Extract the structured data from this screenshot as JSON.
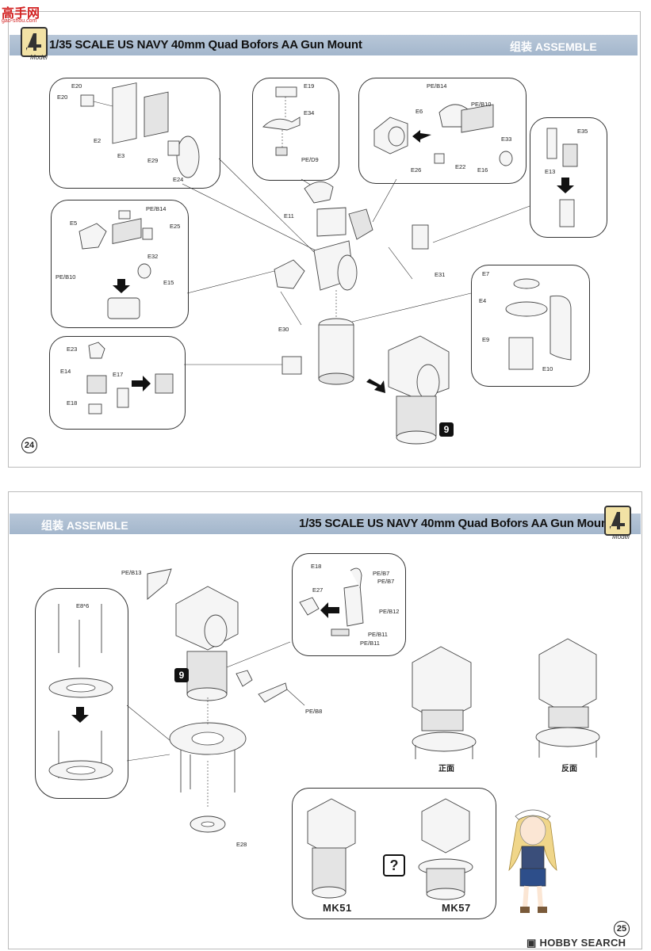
{
  "site": {
    "logo_text": "高手网",
    "url_text": "gao-shou.com"
  },
  "brand": {
    "logo_text": "Model"
  },
  "top_page": {
    "title": "1/35 SCALE US NAVY 40mm Quad Bofors AA Gun Mount",
    "section": "组装  ASSEMBLE",
    "page_number": "24",
    "step_badge": "9",
    "callouts": {
      "a": [
        "E20",
        "E20",
        "E2",
        "E3",
        "E29",
        "E24"
      ],
      "b": [
        "E19",
        "E34",
        "PE/D9"
      ],
      "c": [
        "PE/B14",
        "PE/B10",
        "E6",
        "E33",
        "E26",
        "E22",
        "E16"
      ],
      "d": [
        "E35",
        "E13"
      ],
      "e": [
        "PE/B14",
        "E5",
        "E25",
        "E32",
        "PE/B10",
        "E15"
      ],
      "f": [
        "E7",
        "E4",
        "E9",
        "E10"
      ],
      "g": [
        "E23",
        "E14",
        "E17",
        "E18"
      ],
      "main": [
        "E11",
        "E31",
        "E30"
      ]
    }
  },
  "bottom_page": {
    "title": "1/35 SCALE US NAVY 40mm Quad Bofors AA Gun Mount",
    "section": "组装  ASSEMBLE",
    "page_number": "25",
    "step_badge": "9",
    "callouts": {
      "left": [
        "E8*6"
      ],
      "main": [
        "PE/B13",
        "PE/B8",
        "E28"
      ],
      "right": [
        "E18",
        "PE/B7",
        "PE/B7",
        "E27",
        "PE/B12",
        "PE/B11",
        "PE/B11"
      ]
    },
    "views": {
      "front": "正面",
      "back": "反面"
    },
    "variants": {
      "left": "MK51",
      "right": "MK57",
      "question": "?"
    },
    "watermark": "HOBBY SEARCH"
  }
}
